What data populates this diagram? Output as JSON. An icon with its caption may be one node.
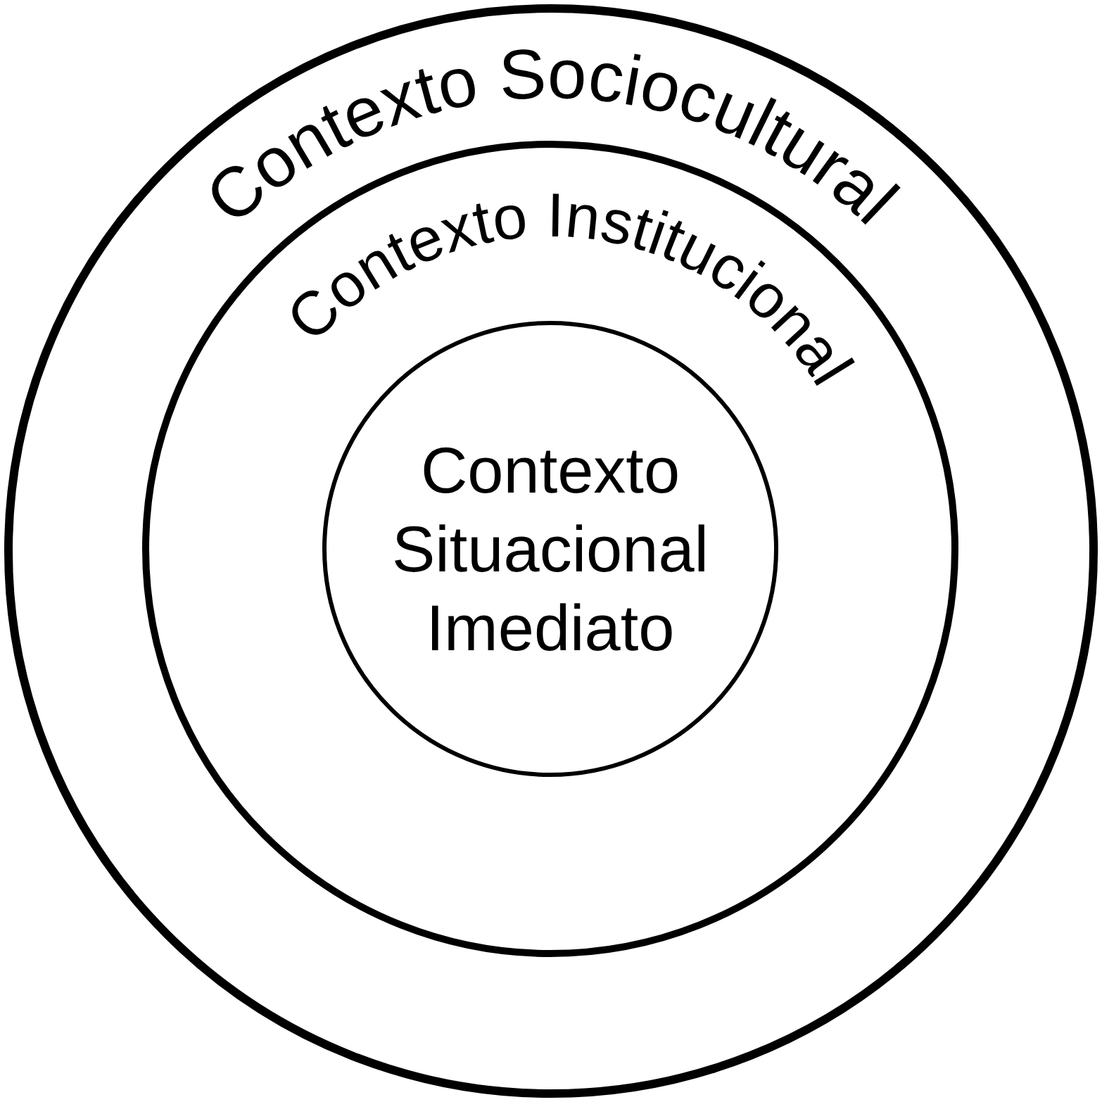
{
  "diagram": {
    "nodes": [
      {
        "text": [
          "Contexto Sociocultural"
        ]
      },
      {
        "text": [
          "Contexto Institucional"
        ],
        "in": 0
      },
      {
        "text": [
          "Contexto Situacional Imediato"
        ],
        "in": 1
      }
    ]
  }
}
